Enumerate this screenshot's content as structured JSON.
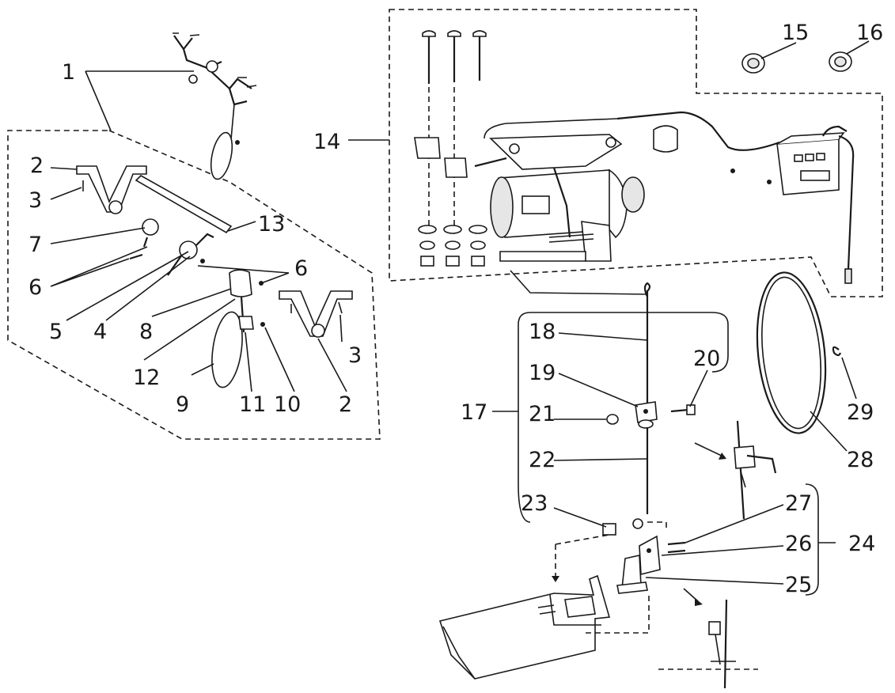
{
  "colors": {
    "ink": "#1a1a1a",
    "background": "#ffffff",
    "part_fill": "#e6e6e6"
  },
  "callouts": {
    "c1": "1",
    "c2a": "2",
    "c2b": "2",
    "c3a": "3",
    "c3b": "3",
    "c4": "4",
    "c5": "5",
    "c6a": "6",
    "c6b": "6",
    "c7": "7",
    "c8": "8",
    "c9": "9",
    "c10": "10",
    "c11": "11",
    "c12": "12",
    "c13": "13",
    "c14": "14",
    "c15": "15",
    "c16": "16",
    "c17": "17",
    "c18": "18",
    "c19": "19",
    "c20": "20",
    "c21": "21",
    "c22": "22",
    "c23": "23",
    "c24": "24",
    "c25": "25",
    "c26": "26",
    "c27": "27",
    "c28": "28",
    "c29": "29"
  }
}
